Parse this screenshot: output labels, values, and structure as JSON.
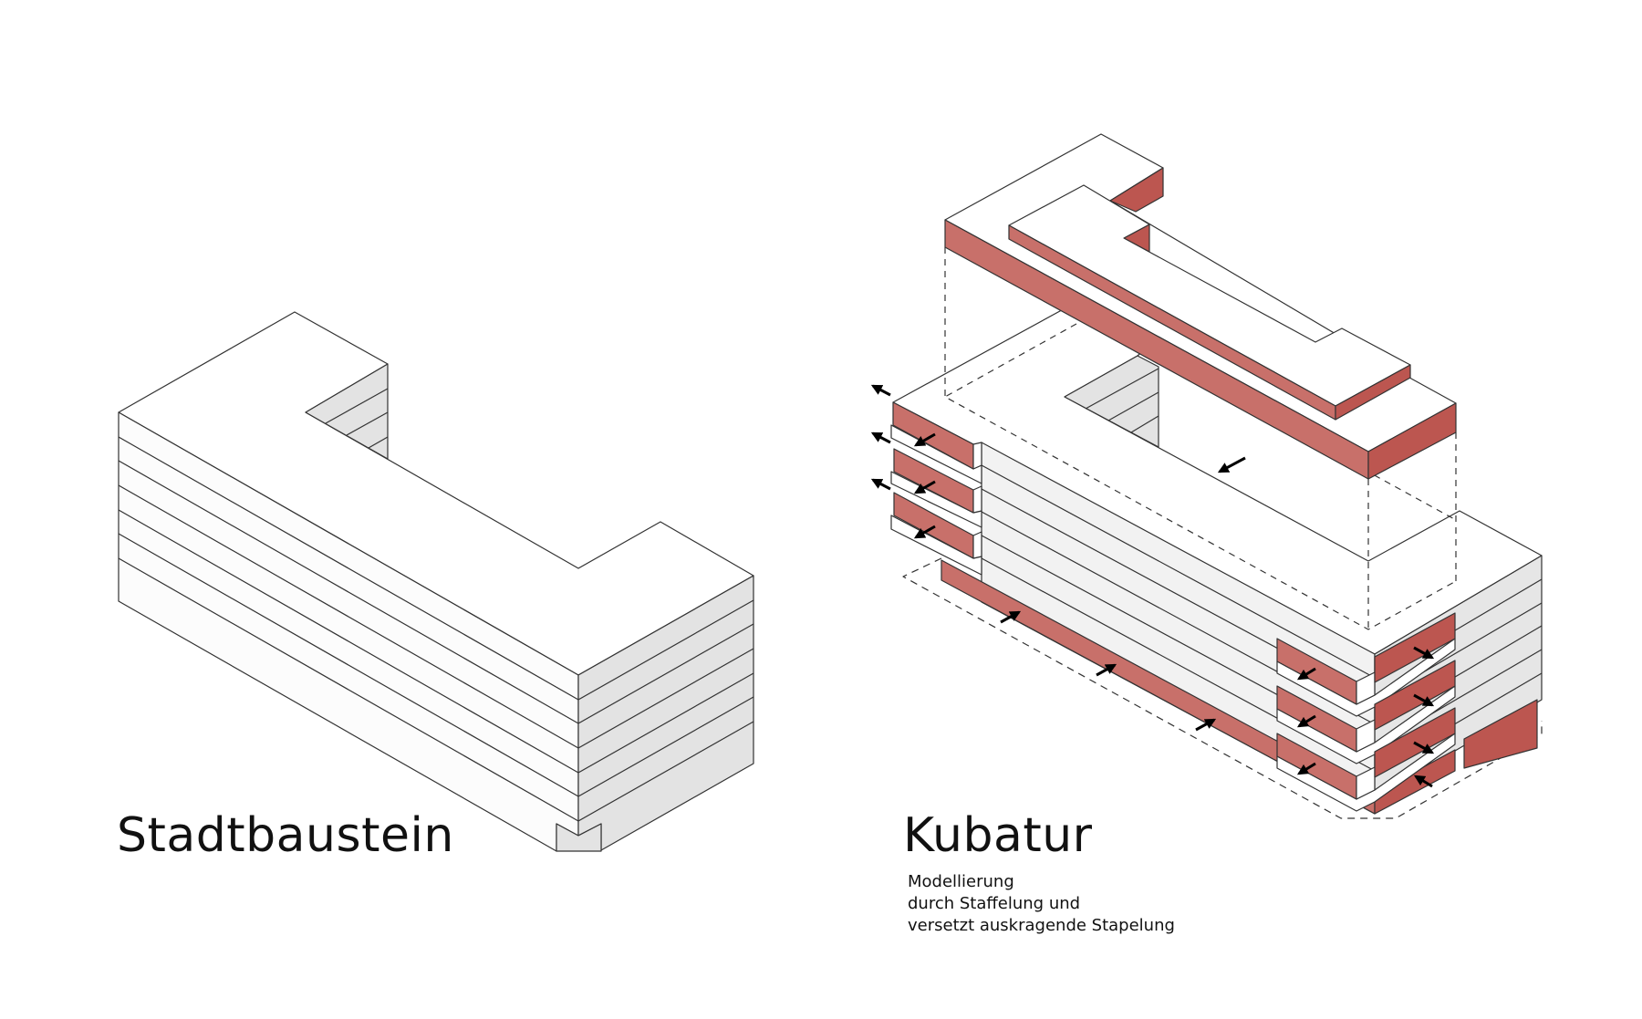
{
  "left_diagram": {
    "title": "Stadtbaustein"
  },
  "right_diagram": {
    "title": "Kubatur",
    "caption": [
      "Modellierung",
      "durch Staffelung und",
      "versetzt auskragende Stapelung"
    ]
  },
  "colors": {
    "accent_red": "#c8706a",
    "accent_red_dark": "#bc5650",
    "shade": "#e3e3e3",
    "light": "#f2f2f2",
    "line": "#333333"
  }
}
